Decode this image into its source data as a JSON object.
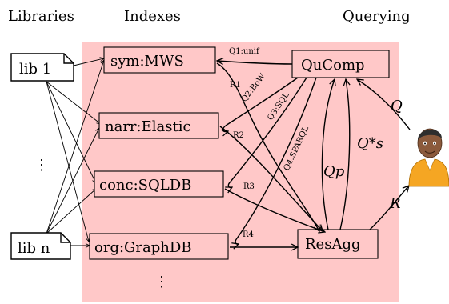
{
  "headers": {
    "libraries": "Libraries",
    "indexes": "Indexes",
    "querying": "Querying"
  },
  "libraries": {
    "lib_1": "lib 1",
    "lib_n": "lib n",
    "ellipsis": "⋮"
  },
  "indexes": {
    "sym": "sym:MWS",
    "narr": "narr:Elastic",
    "conc": "conc:SQLDB",
    "org": "org:GraphDB",
    "ellipsis": "⋮"
  },
  "querying": {
    "qucomp": "QuComp",
    "resagg": "ResAgg"
  },
  "edge_labels": {
    "q1": "Q1:unif",
    "q2": "Q2:BoW",
    "q3": "Q3:SQL",
    "q4": "Q4:SPARQL",
    "r1": "R1",
    "r2": "R2",
    "r3": "R3",
    "r4": "R4",
    "q": "Q",
    "qs": "Q*s",
    "qp": "Qp",
    "r": "R"
  },
  "colors": {
    "index_region": "#ffc8c8",
    "box_fill": "#ffc8c8",
    "user_skin": "#8b5a3c",
    "user_shirt": "#f5a623"
  },
  "icons": {
    "user": "user-icon",
    "document": "document-icon"
  }
}
